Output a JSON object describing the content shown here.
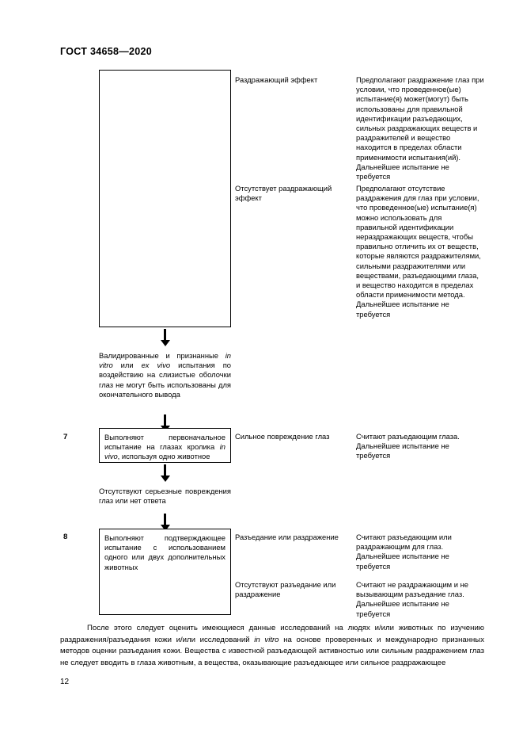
{
  "header": {
    "standard_number": "ГОСТ 34658—2020"
  },
  "page_number": "12",
  "flow": {
    "top_box": {
      "text": ""
    },
    "branches_top": [
      {
        "condition": "Раздражающий эффект",
        "result": "Предполагают раздражение глаз при условии, что проведенное(ые) испытание(я) может(могут) быть использованы для правильной идентификации разъедающих, сильных раздражающих веществ и раздражителей и вещество находится в пределах области применимости испытания(ий). Дальнейшее испытание не требуется"
      },
      {
        "condition": "Отсутствует раздражающий эффект",
        "result": "Предполагают отсутствие раздражения для глаз при условии, что проведенное(ые) испытание(я) можно использовать для правильной идентификации нераздражающих веществ, чтобы правильно отличить их от веществ, которые являются раздражителями, сильными раздражителями или веществами, разъедающими глаза, и вещество находится в пределах области применимости метода. Дальнейшее испытание не требуется"
      }
    ],
    "note_validated": {
      "line1": "Валидированные и признанные",
      "italic1": "in vitro",
      "mid1": " или ",
      "italic2": "ex vivo",
      "rest": " испытания по воздействию на слизистые оболочки глаз не могут быть использованы для окончательного вывода"
    },
    "step7": {
      "number": "7",
      "box_pre": "Выполняют первоначальное испытание на глазах кролика ",
      "box_italic": "in vivo",
      "box_post": ", используя одно животное",
      "condition": "Сильное повреждение глаз",
      "result": "Считают разъедающим глаза. Дальнейшее испытание не требуется"
    },
    "note_no_damage": "Отсутствуют серьезные повреждения глаз или нет ответа",
    "step8": {
      "number": "8",
      "box": "Выполняют подтверждающее испытание с использованием одного или двух дополнительных животных",
      "branches": [
        {
          "condition": "Разъедание или раздражение",
          "result": "Считают разъедающим или раздражающим для глаз. Дальнейшее испытание не требуется"
        },
        {
          "condition": "Отсутствуют разъедание или раздражение",
          "result": "Считают не раздражающим и не вызывающим разъедание глаз. Дальнейшее испытание не требуется"
        }
      ]
    }
  },
  "body_paragraph": {
    "part1": "После этого следует оценить имеющиеся данные исследований на людях и/или животных по изучению раздражения/разъедания кожи и/или исследований ",
    "italic": "in vitro",
    "part2": " на основе проверенных и международно признанных методов оценки разъедания кожи. Вещества с известной разъедающей активностью или сильным раздражением глаз не следует вводить в глаза животным, а вещества, оказывающие разъедающее или сильное раздражающее"
  }
}
